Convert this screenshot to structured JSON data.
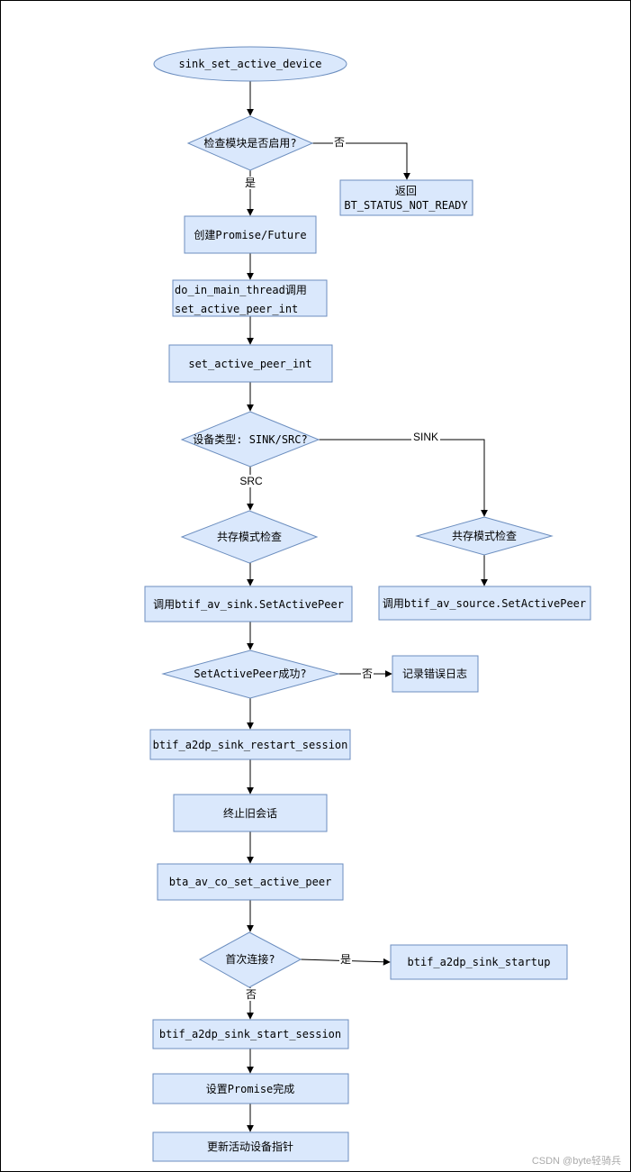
{
  "colors": {
    "node_fill": "#dae8fc",
    "node_stroke": "#6c8ebf",
    "edge": "#000000"
  },
  "nodes": {
    "start": "sink_set_active_device",
    "check_module": "检查模块是否启用?",
    "return_not_ready_line1": "返回",
    "return_not_ready_line2": "BT_STATUS_NOT_READY",
    "create_promise": "创建Promise/Future",
    "do_in_main_line1": "do_in_main_thread调用",
    "do_in_main_line2": "set_active_peer_int",
    "set_active_peer_int": "set_active_peer_int",
    "device_type": "设备类型: SINK/SRC?",
    "coexist_check_src": "共存模式检查",
    "coexist_check_sink": "共存模式检查",
    "call_sink_set_active_peer": "调用btif_av_sink.SetActivePeer",
    "call_source_set_active_peer": "调用btif_av_source.SetActivePeer",
    "set_active_peer_success": "SetActivePeer成功?",
    "log_error": "记录错误日志",
    "restart_session": "btif_a2dp_sink_restart_session",
    "end_old_session": "终止旧会话",
    "co_set_active_peer": "bta_av_co_set_active_peer",
    "first_connection": "首次连接?",
    "sink_startup": "btif_a2dp_sink_startup",
    "start_session": "btif_a2dp_sink_start_session",
    "set_promise_done": "设置Promise完成",
    "update_active_device": "更新活动设备指针"
  },
  "edges": {
    "no_module": "否",
    "yes_module": "是",
    "sink": "SINK",
    "src": "SRC",
    "no_success": "否",
    "yes_first": "是",
    "no_first": "否"
  },
  "watermark": "CSDN @byte轻骑兵"
}
